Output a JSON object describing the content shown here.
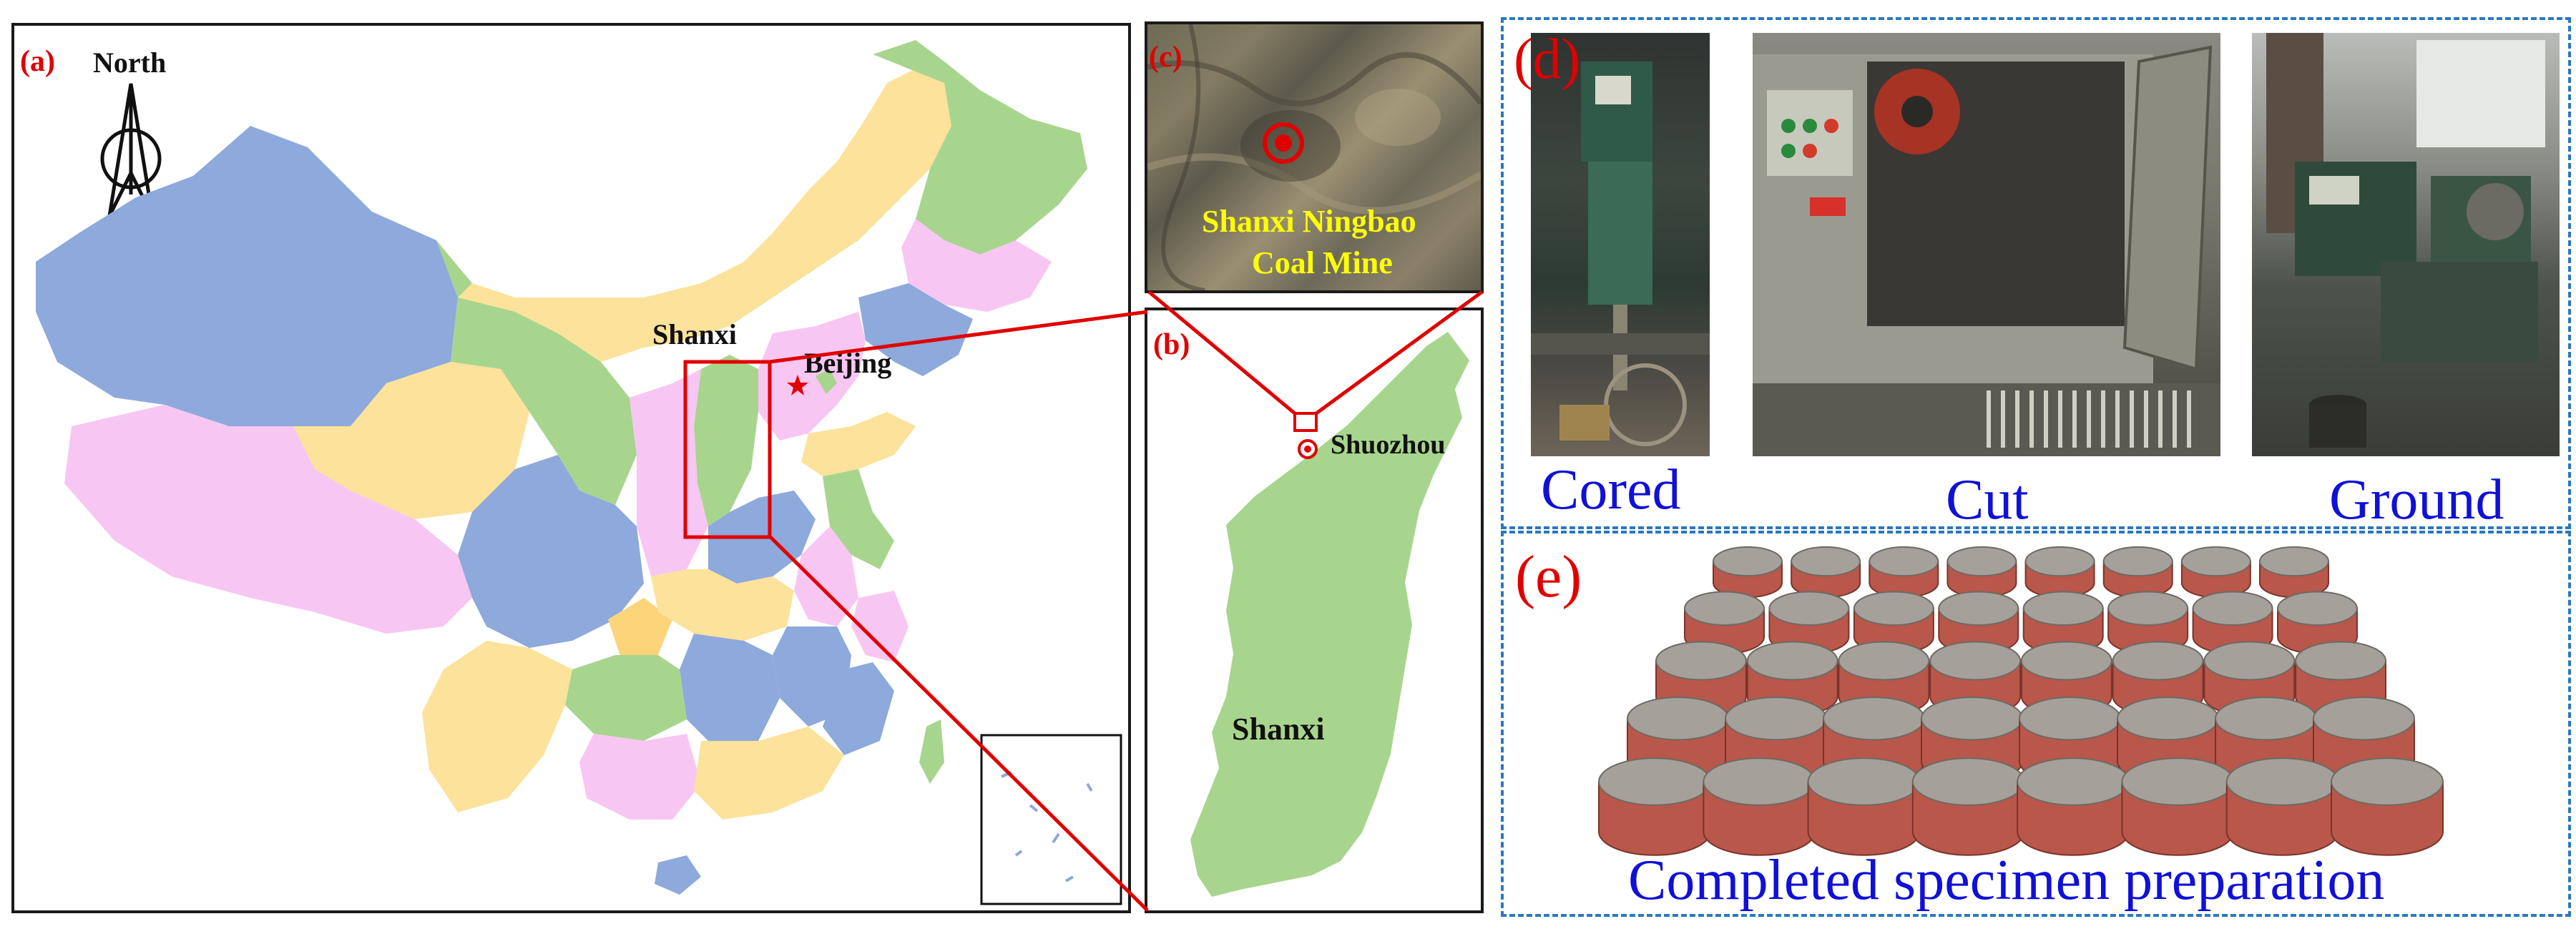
{
  "panel_a": {
    "label": "(a)",
    "north_label": "North",
    "province_label": "Shanxi",
    "capital_label": "Beijing"
  },
  "panel_b": {
    "label": "(b)",
    "city_label": "Shuozhou",
    "province_label": "Shanxi"
  },
  "panel_c": {
    "label": "(c)",
    "mine_name_line1": "Shanxi Ningbao",
    "mine_name_line2": "Coal Mine"
  },
  "panel_d": {
    "label": "(d)",
    "steps": [
      "Cored",
      "Cut",
      "Ground"
    ]
  },
  "panel_e": {
    "label": "(e)",
    "caption": "Completed specimen preparation",
    "specimen_rows": 5,
    "specimen_cols": 8
  },
  "colors": {
    "province_blue": "#8ea9db",
    "province_yellow": "#fce29a",
    "province_pink": "#f8c6f2",
    "province_green": "#a8d58e",
    "highlight_red": "#e00000",
    "dash_blue": "#2a78c0",
    "caption_blue": "#1010d8"
  }
}
